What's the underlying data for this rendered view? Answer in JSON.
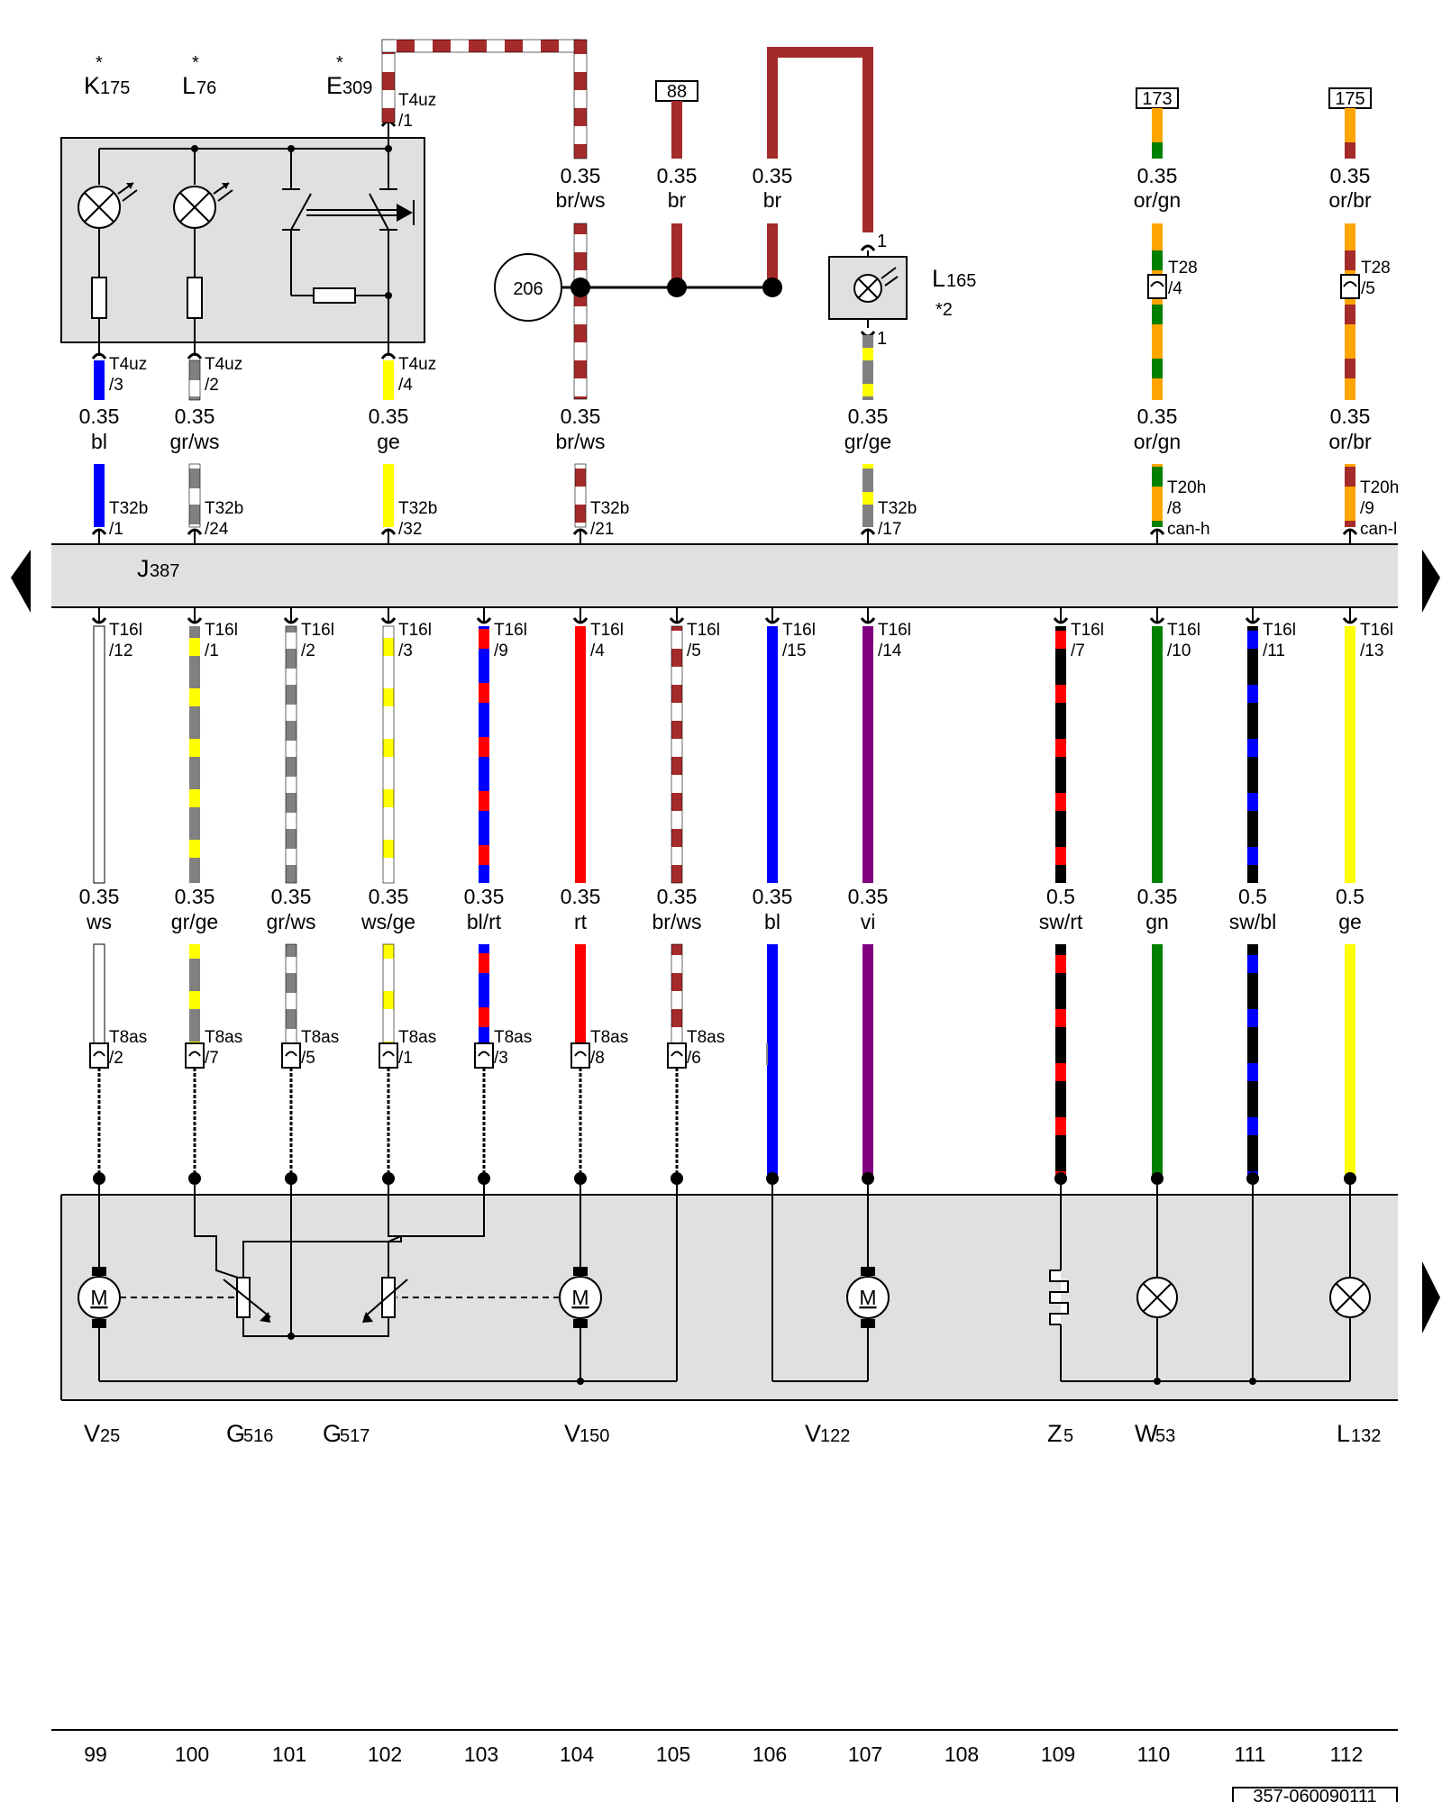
{
  "diagram_id": "357-060090111",
  "top_components": [
    {
      "letter": "K",
      "sub": "175",
      "star": "*"
    },
    {
      "letter": "L",
      "sub": "76",
      "star": "*"
    },
    {
      "letter": "E",
      "sub": "309",
      "star": "*"
    }
  ],
  "refs": {
    "r88": "88",
    "r173": "173",
    "r175": "175",
    "r206": "206"
  },
  "l165": {
    "letter": "L",
    "sub": "165",
    "note": "*2",
    "pin_top": "1",
    "pin_bottom": "1"
  },
  "t4uz": {
    "top": "T4uz",
    "top_pin": "/1",
    "p3": "/3",
    "p2": "/2",
    "p4": "/4",
    "name": "T4uz"
  },
  "t28": {
    "name": "T28",
    "p4": "/4",
    "p5": "/5"
  },
  "top_wires": [
    {
      "id": "w1",
      "size": "0.35",
      "color": "br/ws"
    },
    {
      "id": "w2",
      "size": "0.35",
      "color": "br"
    },
    {
      "id": "w3",
      "size": "0.35",
      "color": "br"
    },
    {
      "id": "w4",
      "size": "0.35",
      "color": "or/gn"
    },
    {
      "id": "w5",
      "size": "0.35",
      "color": "or/br"
    }
  ],
  "mid_wires": [
    {
      "id": "m1",
      "size": "0.35",
      "color": "bl"
    },
    {
      "id": "m2",
      "size": "0.35",
      "color": "gr/ws"
    },
    {
      "id": "m3",
      "size": "0.35",
      "color": "ge"
    },
    {
      "id": "m4",
      "size": "0.35",
      "color": "br/ws"
    },
    {
      "id": "m5",
      "size": "0.35",
      "color": "gr/ge"
    },
    {
      "id": "m6",
      "size": "0.35",
      "color": "or/gn"
    },
    {
      "id": "m7",
      "size": "0.35",
      "color": "or/br"
    }
  ],
  "upper_connectors": [
    {
      "name": "T32b",
      "pin": "/1"
    },
    {
      "name": "T32b",
      "pin": "/24"
    },
    {
      "name": "T32b",
      "pin": "/32"
    },
    {
      "name": "T32b",
      "pin": "/21"
    },
    {
      "name": "T32b",
      "pin": "/17"
    },
    {
      "name": "T20h",
      "pin": "/8",
      "extra": "can-h"
    },
    {
      "name": "T20h",
      "pin": "/9",
      "extra": "can-l"
    }
  ],
  "control_unit": {
    "letter": "J",
    "sub": "387"
  },
  "lower_connectors": [
    {
      "name": "T16l",
      "pin": "/12"
    },
    {
      "name": "T16l",
      "pin": "/1"
    },
    {
      "name": "T16l",
      "pin": "/2"
    },
    {
      "name": "T16l",
      "pin": "/3"
    },
    {
      "name": "T16l",
      "pin": "/9"
    },
    {
      "name": "T16l",
      "pin": "/4"
    },
    {
      "name": "T16l",
      "pin": "/5"
    },
    {
      "name": "T16l",
      "pin": "/15"
    },
    {
      "name": "T16l",
      "pin": "/14"
    },
    {
      "name": "T16l",
      "pin": "/7"
    },
    {
      "name": "T16l",
      "pin": "/10"
    },
    {
      "name": "T16l",
      "pin": "/11"
    },
    {
      "name": "T16l",
      "pin": "/13"
    }
  ],
  "lower_wires": [
    {
      "size": "0.35",
      "color": "ws"
    },
    {
      "size": "0.35",
      "color": "gr/ge"
    },
    {
      "size": "0.35",
      "color": "gr/ws"
    },
    {
      "size": "0.35",
      "color": "ws/ge"
    },
    {
      "size": "0.35",
      "color": "bl/rt"
    },
    {
      "size": "0.35",
      "color": "rt"
    },
    {
      "size": "0.35",
      "color": "br/ws"
    },
    {
      "size": "0.35",
      "color": "bl"
    },
    {
      "size": "0.35",
      "color": "vi"
    },
    {
      "size": "0.5",
      "color": "sw/rt"
    },
    {
      "size": "0.35",
      "color": "gn"
    },
    {
      "size": "0.5",
      "color": "sw/bl"
    },
    {
      "size": "0.5",
      "color": "ge"
    }
  ],
  "t8as": [
    {
      "name": "T8as",
      "pin": "/2"
    },
    {
      "name": "T8as",
      "pin": "/7"
    },
    {
      "name": "T8as",
      "pin": "/5"
    },
    {
      "name": "T8as",
      "pin": "/1"
    },
    {
      "name": "T8as",
      "pin": "/3"
    },
    {
      "name": "T8as",
      "pin": "/8"
    },
    {
      "name": "T8as",
      "pin": "/6"
    }
  ],
  "motor_label": "M",
  "bottom_components": [
    {
      "letter": "V",
      "sub": "25"
    },
    {
      "letter": "G",
      "sub": "516"
    },
    {
      "letter": "G",
      "sub": "517"
    },
    {
      "letter": "V",
      "sub": "150"
    },
    {
      "letter": "V",
      "sub": "122"
    },
    {
      "letter": "Z",
      "sub": "5"
    },
    {
      "letter": "W",
      "sub": "53"
    },
    {
      "letter": "L",
      "sub": "132"
    }
  ],
  "columns": [
    "99",
    "100",
    "101",
    "102",
    "103",
    "104",
    "105",
    "106",
    "107",
    "108",
    "109",
    "110",
    "111",
    "112"
  ],
  "wire_colors": {
    "br": "#A52A2A",
    "ws": "#ffffff",
    "gr": "#808080",
    "ge": "#ffff00",
    "bl": "#0000ff",
    "rt": "#ff0000",
    "vi": "#800080",
    "sw": "#000000",
    "gn": "#008000",
    "or": "#ffa500",
    "box_fill": "#e0e0e0"
  }
}
